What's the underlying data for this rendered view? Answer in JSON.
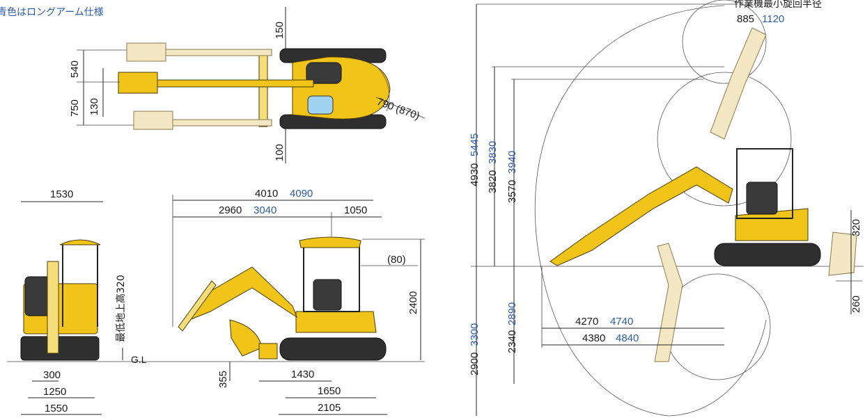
{
  "caption": "青色はロングアーム仕様",
  "colors": {
    "standard": "#1a1a1a",
    "long_arm": "#2c5aa8",
    "body": "#f0c418",
    "track": "#2f2f2f"
  },
  "top_view": {
    "dim_150": "150",
    "dim_540": "540",
    "dim_750": "750",
    "dim_130": "130",
    "dim_100": "100",
    "dim_790": "790 (870)"
  },
  "front_view": {
    "dim_1530": "1530",
    "ground_clearance_label": "最低地上高320",
    "gl_label": "G.L",
    "dim_300": "300",
    "dim_1250": "1250",
    "dim_1550": "1550"
  },
  "side_view": {
    "overall_length": {
      "std": "4010",
      "long": "4090"
    },
    "boom_length": {
      "std": "2960",
      "long": "3040"
    },
    "dim_1050": "1050",
    "dim_80": "(80)",
    "dim_2400": "2400",
    "dim_355": "355",
    "dim_1430": "1430",
    "dim_1650": "1650",
    "dim_2105": "2105"
  },
  "working_range": {
    "min_swing_radius_label": "作業機最小旋回半径",
    "min_swing_radius": {
      "std": "885",
      "long": "1120"
    },
    "max_height": {
      "std": "4930",
      "long": "5445"
    },
    "max_dump_height": {
      "std": "3820",
      "long": "3830"
    },
    "dim_3570": {
      "std": "3570",
      "long": "3940"
    },
    "dig_depth": {
      "std": "2900",
      "long": "3300"
    },
    "vertical_wall_depth": {
      "std": "2340",
      "long": "2890"
    },
    "max_reach_ground": {
      "std": "4270",
      "long": "4740"
    },
    "max_reach": {
      "std": "4380",
      "long": "4840"
    },
    "dim_320": "320",
    "dim_260": "260"
  }
}
